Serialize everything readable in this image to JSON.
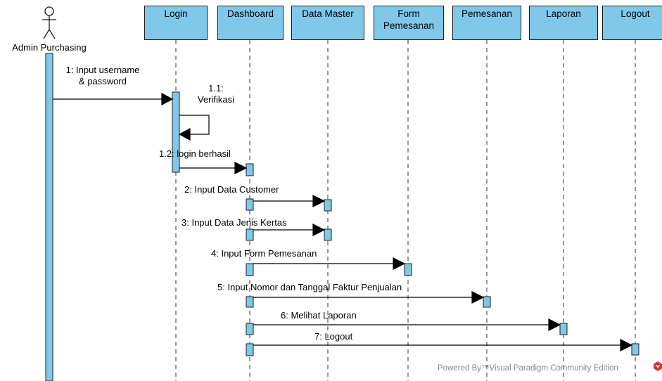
{
  "actor": {
    "name": "Admin Purchasing"
  },
  "lifelines": [
    {
      "id": "login",
      "lines": [
        "Login"
      ]
    },
    {
      "id": "dashboard",
      "lines": [
        "Dashboard"
      ]
    },
    {
      "id": "data-master",
      "lines": [
        "Data Master"
      ]
    },
    {
      "id": "form-pemesanan",
      "lines": [
        "Form",
        "Pemesanan"
      ]
    },
    {
      "id": "pemesanan",
      "lines": [
        "Pemesanan"
      ]
    },
    {
      "id": "laporan",
      "lines": [
        "Laporan"
      ]
    },
    {
      "id": "logout",
      "lines": [
        "Logout"
      ]
    }
  ],
  "messages": [
    {
      "id": "m1",
      "lines": [
        "1: Input username",
        "& password"
      ]
    },
    {
      "id": "m1-1",
      "lines": [
        "1.1:",
        "Verifikasi"
      ]
    },
    {
      "id": "m1-2",
      "lines": [
        "1.2: login berhasil"
      ]
    },
    {
      "id": "m2",
      "lines": [
        "2: Input Data Customer"
      ]
    },
    {
      "id": "m3",
      "lines": [
        "3: Input Data Jenis Kertas"
      ]
    },
    {
      "id": "m4",
      "lines": [
        "4: Input Form Pemesanan"
      ]
    },
    {
      "id": "m5",
      "lines": [
        "5: Input Nomor dan Tanggal Faktur Penjualan"
      ]
    },
    {
      "id": "m6",
      "lines": [
        "6: Melihat Laporan"
      ]
    },
    {
      "id": "m7",
      "lines": [
        "7: Logout"
      ]
    }
  ],
  "watermark": {
    "text": "Powered By™Visual Paradigm Community Edition"
  },
  "colors": {
    "box_fill": "#7fc8ea",
    "stroke": "#1b1b1b",
    "watermark": "#8a8a8a",
    "logo": "#d9312b"
  }
}
